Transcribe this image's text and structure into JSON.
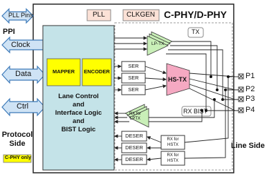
{
  "left": {
    "pll_pins": "PLL Pins",
    "ppi": "PPI",
    "clock": "Clock",
    "data": "Data",
    "ctrl": "Ctrl",
    "protocol_side": "Protocol\nSide",
    "cphy_only": "C-PHY only"
  },
  "top": {
    "pll": "PLL",
    "clkgen": "CLKGEN",
    "title": "C-PHY/D-PHY"
  },
  "core": {
    "mapper": "MAPPER",
    "encoder": "ENCODER",
    "logic": "Lane Control\nand\nInterface Logic\nand\nBIST Logic"
  },
  "tx": {
    "label": "TX",
    "lp_tx": "LP-TX",
    "ser": [
      "SER",
      "SER",
      "SER"
    ],
    "hs_tx": "HS-TX"
  },
  "rx": {
    "label": "RX BIST",
    "rx_lptx": "RX for\nLPTX",
    "deser": [
      "DESER",
      "DESER",
      "DESER"
    ],
    "rx_hstx": [
      "RX for\nHSTX",
      "RX for\nHSTX"
    ]
  },
  "right": {
    "pins": [
      "P1",
      "P2",
      "P3",
      "P4"
    ],
    "line_side": "Line Side"
  },
  "colors": {
    "arrow_fill": "#cfe3f5",
    "arrow_stroke": "#3a78b8",
    "core_fill": "#c4e3e8",
    "yellow": "#ffff00",
    "lp_fill": "#c9efb8",
    "hs_fill": "#f5a9c2",
    "tag_fill": "#fbe1d6"
  }
}
